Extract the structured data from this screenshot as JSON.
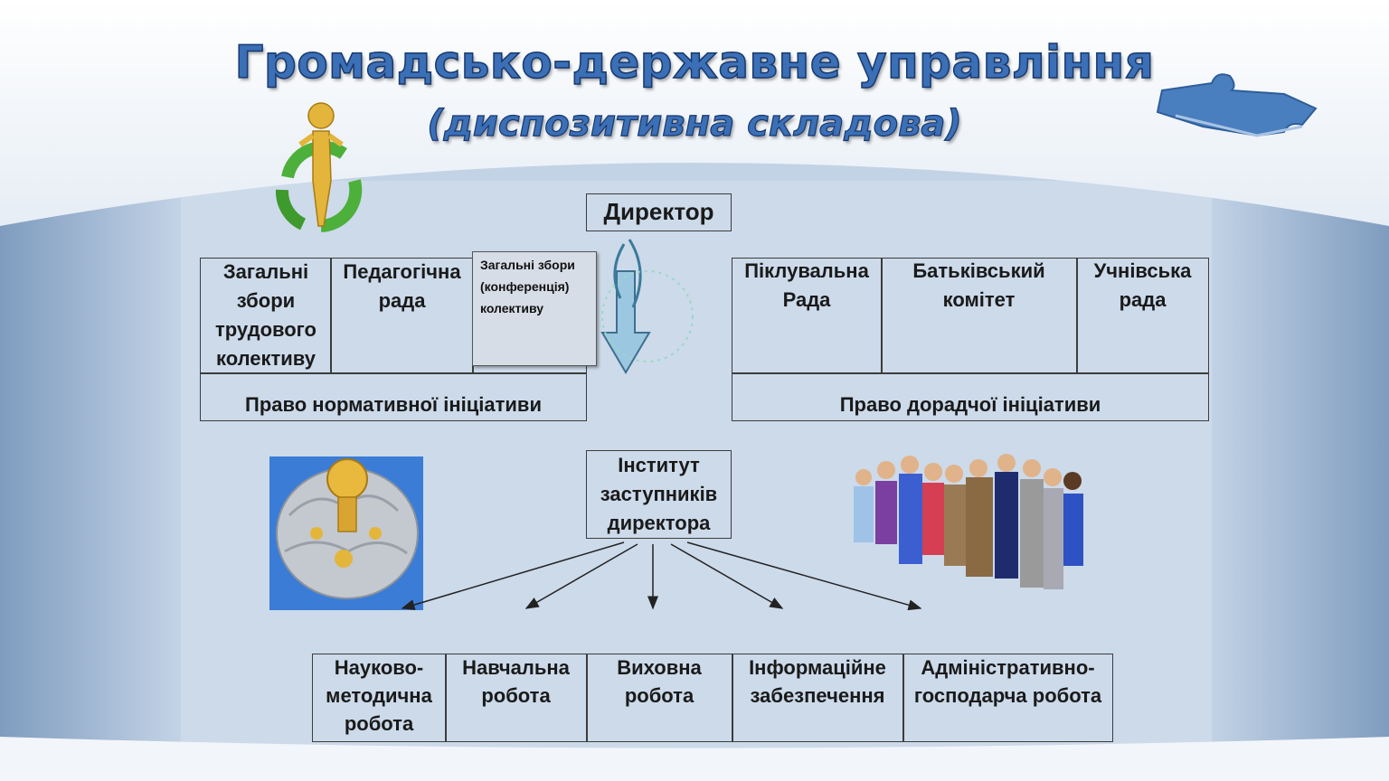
{
  "title": "Громадсько-державне управління",
  "subtitle": "(диспозитивна складова)",
  "director": "Директор",
  "normative": {
    "cells": [
      "Загальні збори трудового колективу",
      "Педагогічна рада"
    ],
    "note": "Загальні збори (конференція) колективу",
    "footer": "Право нормативної ініціативи"
  },
  "advisory": {
    "cells": [
      "Піклувальна Рада",
      "Батьківський комітет",
      "Учнівська рада"
    ],
    "footer": "Право дорадчої ініціативи"
  },
  "deputies": "Інститут заступників директора",
  "directions": [
    "Науково-методична робота",
    "Навчальна робота",
    "Виховна робота",
    "Інформаційне забезпечення",
    "Адміністративно-господарча робота"
  ]
}
